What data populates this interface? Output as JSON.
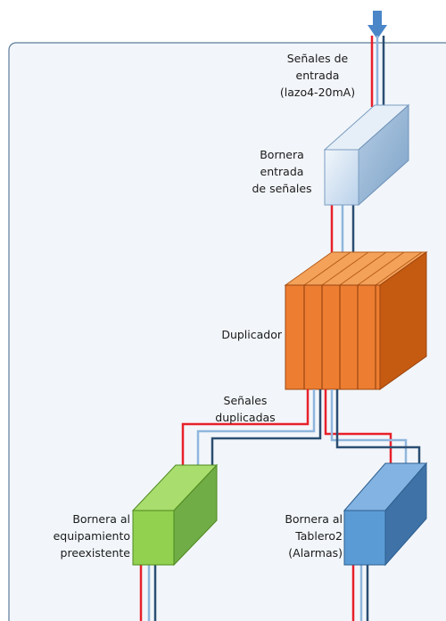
{
  "colors": {
    "panel_bg": "#f2f6fa",
    "panel_border": "#5b7a99",
    "signal_red": "#e8202a",
    "signal_light_blue": "#8fb6dd",
    "signal_dark_blue": "#2b4e72",
    "arrow_blue": "#4a86c8",
    "input_block": "#dae7f3",
    "duplicator": "#ed7d31",
    "green_block": "#92d050",
    "blue_block": "#5b9bd5"
  },
  "labels": {
    "input_signals": "Señales de\nentrada\n(lazo4-20mA)",
    "input_terminal": "Bornera\nentrada\nde señales",
    "duplicator": "Duplicador",
    "duplicated_signals": "Señales\nduplicadas",
    "terminal_existing": "Bornera al\nequipamiento\npreexistente",
    "terminal_board2": "Bornera al\nTablero2\n(Alarmas)"
  }
}
